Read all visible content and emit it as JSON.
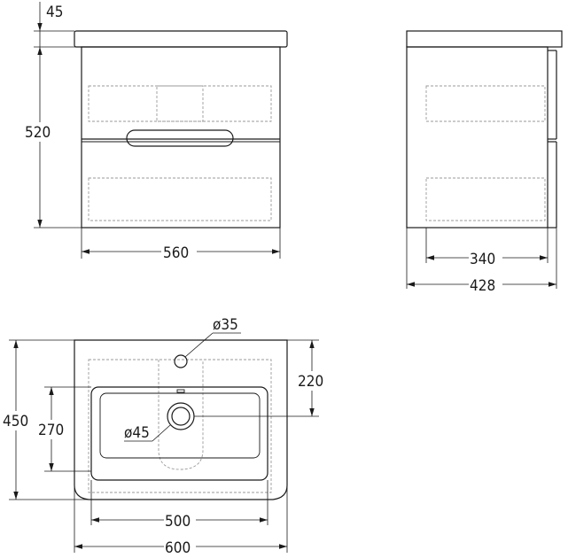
{
  "front_view": {
    "dim_top_thickness": "45",
    "dim_height": "520",
    "dim_width": "560"
  },
  "side_view": {
    "dim_inner_depth": "340",
    "dim_depth": "428"
  },
  "top_view": {
    "dim_tap_hole": "ø35",
    "dim_tap_offset": "220",
    "dim_total_depth": "450",
    "dim_bowl_depth": "270",
    "dim_drain": "ø45",
    "dim_bowl_width": "500",
    "dim_total_width": "600"
  }
}
